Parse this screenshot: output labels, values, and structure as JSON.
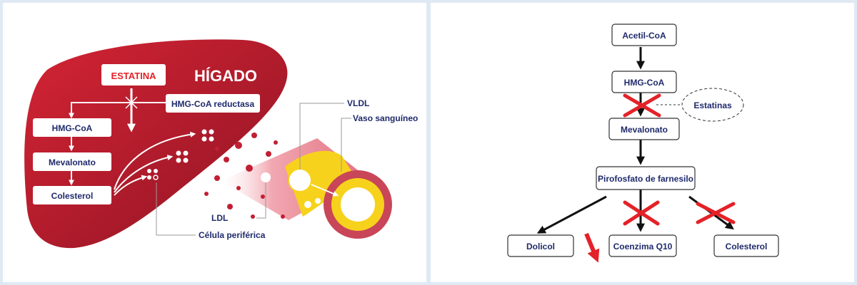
{
  "liver_diagram": {
    "organ_label": "HÍGADO",
    "drug_label": "ESTATINA",
    "enzyme_label": "HMG-CoA reductasa",
    "pathway": [
      "HMG-CoA",
      "Mevalonato",
      "Colesterol"
    ],
    "vessel_labels": {
      "vldl": "VLDL",
      "vessel": "Vaso sanguíneo",
      "ldl": "LDL",
      "peripheral_cell": "Célula periférica"
    }
  },
  "mevalonate_pathway": {
    "steps": [
      "Acetil-CoA",
      "HMG-CoA",
      "Mevalonato",
      "Pirofosfato de farnesilo"
    ],
    "inhibitor_label": "Estatinas",
    "products": [
      "Dolicol",
      "Coenzima Q10",
      "Colesterol"
    ]
  },
  "colors": {
    "liver_red": "#b01b2e",
    "accent_red": "#e32228",
    "navy_text": "#1f2a6b",
    "fat_yellow": "#f7d21c",
    "divider_blue": "#dfe9f3"
  }
}
